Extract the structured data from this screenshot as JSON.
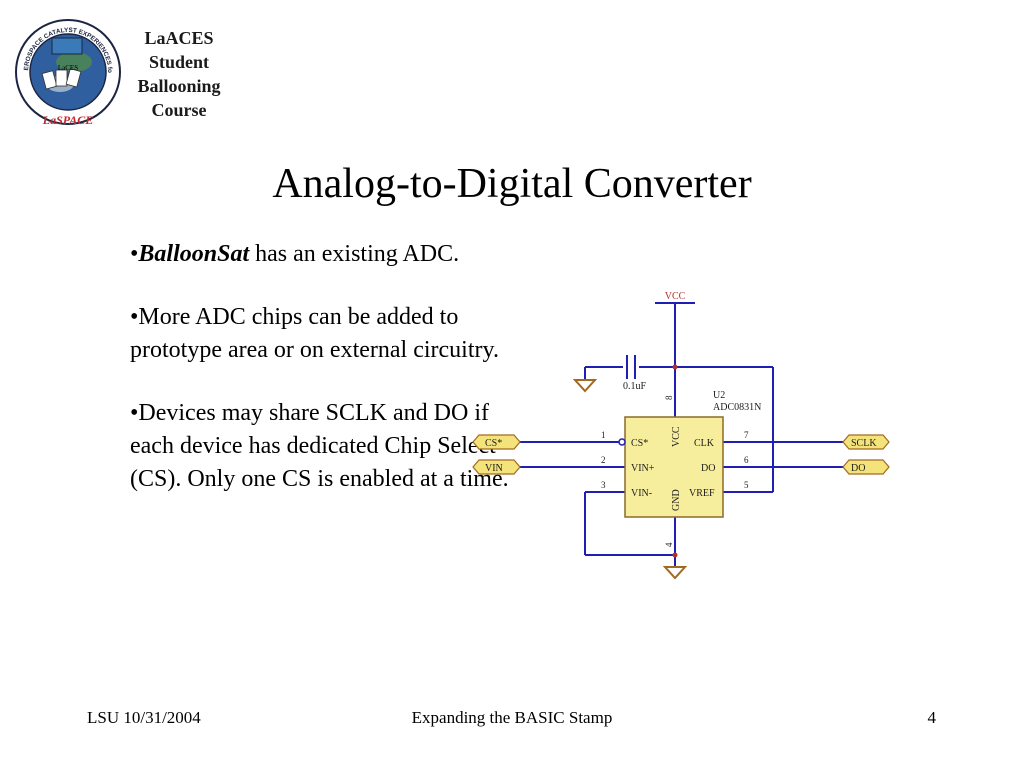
{
  "header": {
    "logo": {
      "ring_text": "LOUISIANA AEROSPACE CATALYST EXPERIENCES for STUDENTS",
      "center_text": "LaCES",
      "bottom_text": "LaSPACE",
      "colors": {
        "ring": "#ffffff",
        "earth_blue": "#2f5f9e",
        "text_red": "#c0282d",
        "dark": "#1c2541"
      }
    },
    "course_lines": [
      "LaACES",
      "Student",
      "Ballooning",
      "Course"
    ]
  },
  "slide": {
    "title": "Analog-to-Digital Converter",
    "bullets": [
      {
        "prefix": "•",
        "bold_italic": "BalloonSat",
        "text": " has an existing ADC."
      },
      {
        "prefix": "•",
        "bold_italic": "",
        "text": "More ADC chips can be added to prototype area or on external circuitry."
      },
      {
        "prefix": "•",
        "bold_italic": "",
        "text": "Devices may share SCLK and DO if each device has dedicated Chip Select (CS). Only one CS is enabled at a time."
      }
    ]
  },
  "schematic": {
    "power_label": "VCC",
    "capacitor_label": "0.1uF",
    "chip_ref": "U2",
    "chip_part": "ADC0831N",
    "chip_pins_left": [
      "CS*",
      "VIN+",
      "VIN-"
    ],
    "chip_pins_right": [
      "CLK",
      "DO",
      "VREF"
    ],
    "chip_pins_vertical": [
      "VCC",
      "GND"
    ],
    "pin_numbers": {
      "cs": "1",
      "vinp": "2",
      "vinn": "3",
      "gnd": "4",
      "vref": "5",
      "do": "6",
      "clk": "7",
      "vcc": "8"
    },
    "ports_left": [
      "CS*",
      "VIN"
    ],
    "ports_right": [
      "SCLK",
      "DO"
    ],
    "colors": {
      "wire": "#1f1fb4",
      "label_red": "#b0302a",
      "chip_fill": "#f6ee9c",
      "chip_stroke": "#8a6a2a",
      "port_fill": "#f4e37a",
      "port_stroke": "#a06a20"
    }
  },
  "footer": {
    "left": "LSU 10/31/2004",
    "center": "Expanding the BASIC Stamp",
    "right": "4"
  }
}
